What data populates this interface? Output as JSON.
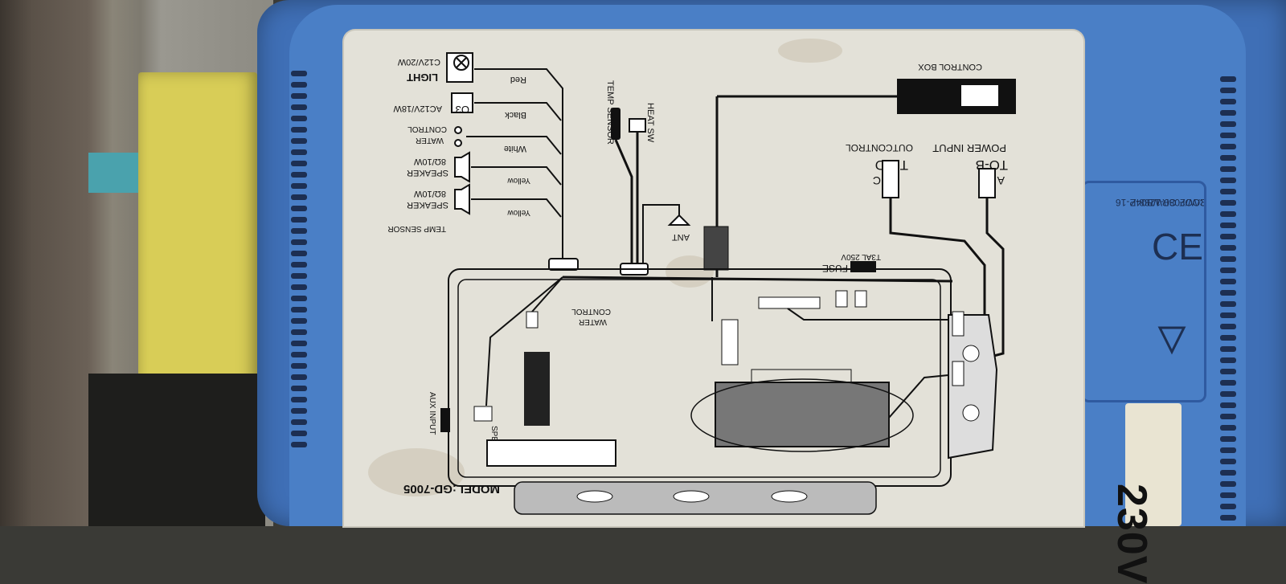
{
  "label_texts": {
    "control_box": "CONTROL BOX",
    "power_input": "POWER INPUT",
    "to_b": "TO-B",
    "outcontrol": "OUTCONTROL",
    "to_d": "TO-D",
    "conn_a": "A",
    "conn_c": "C",
    "temp_sensor": "TEMP SENSOR",
    "heat_sw": "HEAT SW",
    "ant": "ANT",
    "fuse": "FUSE",
    "fuse_rating": "T3AL 250V",
    "light": "LIGHT",
    "light_rating": "C12V/20W",
    "ozone": "O3",
    "ozone_rating": "AC12V/18W",
    "water": "WATER",
    "control": "CONTROL",
    "speaker": "SPEAKER",
    "speaker_rating_1": "8Ω/10W",
    "speaker_rating_2": "8Ω/10W",
    "temp_sensor_left": "TEMP SENSOR",
    "wire_red": "Red",
    "wire_black": "Black",
    "wire_white": "White",
    "wire_yellow_1": "Yellow",
    "wire_yellow_2": "Yellow",
    "water_control": "WATER CONTROL",
    "aux_input": "AUX INPUT",
    "speaker_bottom": "SPEAKER",
    "model": "MODEL:GD-7005"
  },
  "side_sticker": {
    "line1": "C/W/2080-1288-P-16",
    "line2": "WATERPROOF GRWB04Z"
  },
  "voltage_sticker": "230V",
  "colors": {
    "enclosure_blue": "#4a7fc6",
    "label_bg": "#e3e1d8",
    "ink": "#111111"
  }
}
